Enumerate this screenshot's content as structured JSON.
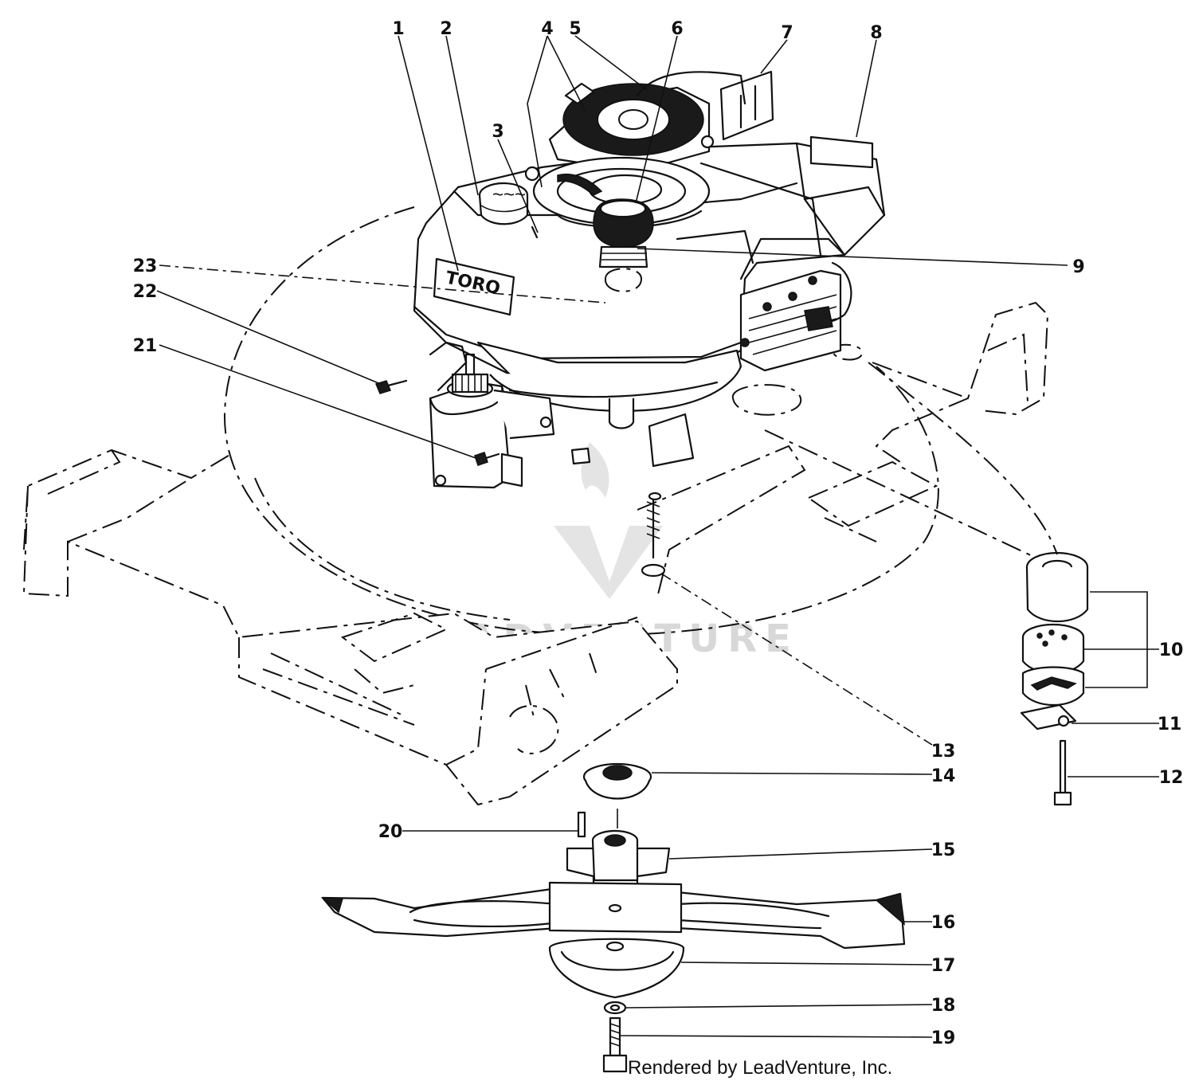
{
  "callouts": [
    "1",
    "2",
    "3",
    "4",
    "5",
    "6",
    "7",
    "8",
    "9",
    "10",
    "11",
    "12",
    "13",
    "14",
    "15",
    "16",
    "17",
    "18",
    "19",
    "20",
    "21",
    "22",
    "23"
  ],
  "brand_plate": "TORO",
  "watermark": "LEADVENTURE",
  "credit": "Rendered by LeadVenture, Inc."
}
